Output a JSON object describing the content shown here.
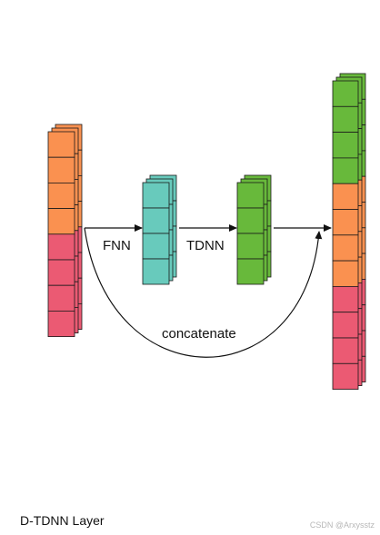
{
  "labels": {
    "fnn": "FNN",
    "tdnn": "TDNN",
    "concatenate": "concatenate"
  },
  "caption": "D-TDNN Layer",
  "watermark": "CSDN @Arxysstz",
  "colors": {
    "orange": "#FA9150",
    "pink": "#EB5A73",
    "teal": "#68CABC",
    "green": "#68B93B",
    "edge": "#1a1a1a",
    "line": "#111111"
  }
}
